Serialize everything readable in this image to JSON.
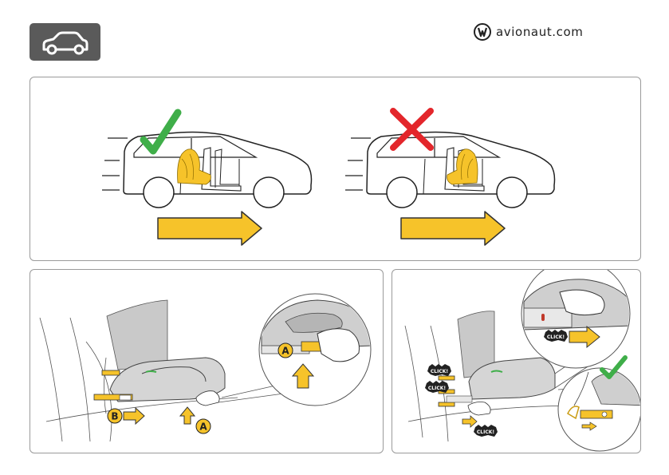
{
  "header": {
    "badge_icon": "car-icon",
    "brand_icon": "avionaut-logo-icon",
    "brand_text": "avionaut.com"
  },
  "top_panel": {
    "correct": {
      "icon": "checkmark-icon",
      "color": "#3fae49",
      "meaning": "correct"
    },
    "incorrect": {
      "icon": "cross-icon",
      "color": "#e3262b",
      "meaning": "incorrect"
    },
    "arrow_color": "#f6c32a"
  },
  "bottom_left": {
    "label_a": "A",
    "label_b": "B",
    "label_a_zoom": "A"
  },
  "bottom_right": {
    "click_labels": [
      "CLICK!",
      "CLICK!",
      "CLICK!",
      "CLICK!"
    ],
    "check_icon": "checkmark-icon"
  },
  "colors": {
    "badge_bg": "#5a5a5a",
    "accent_yellow": "#f6c32a",
    "line": "#222222",
    "seat_grey": "#c9c9c9"
  }
}
